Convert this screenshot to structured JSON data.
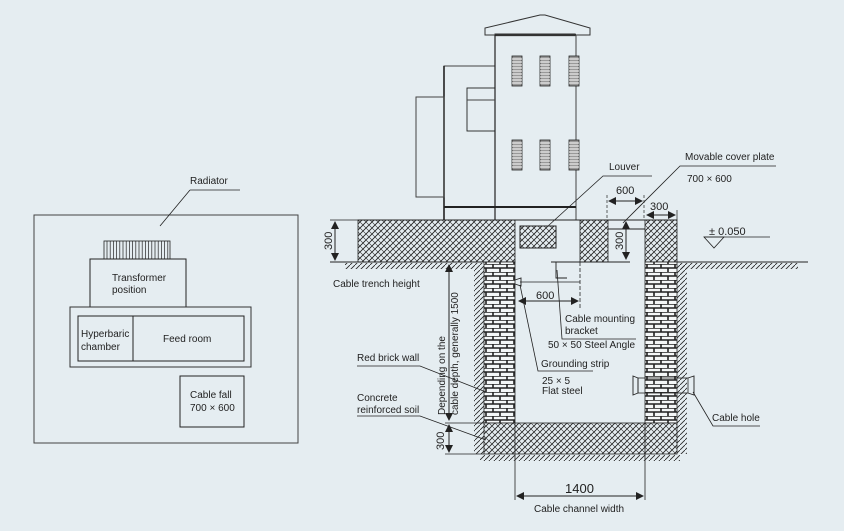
{
  "plan_view": {
    "radiator_label": "Radiator",
    "transformer_label_line1": "Transformer",
    "transformer_label_line2": "position",
    "hyperbaric_label_line1": "Hyperbaric",
    "hyperbaric_label_line2": "chamber",
    "feed_room_label": "Feed room",
    "cable_fall_label_line1": "Cable fall",
    "cable_fall_label_line2": "700 × 600"
  },
  "section_view": {
    "louver_label": "Louver",
    "cover_plate_label": "Movable cover plate",
    "cover_plate_size": "700 × 600",
    "dim_600_top": "600",
    "dim_300_top": "300",
    "dim_300_cover": "300",
    "elevation_label": "± 0.050",
    "dim_300_left": "300",
    "trench_height_label": "Cable trench height",
    "depth_label_line1": "Depending on the",
    "depth_label_line2": "cable depth, generally 1500",
    "dim_600_bracket": "600",
    "bracket_label_line1": "Cable mounting",
    "bracket_label_line2": "bracket",
    "bracket_spec": "50 × 50 Steel Angle",
    "grounding_label": "Grounding strip",
    "grounding_spec_line1": "25 × 5",
    "grounding_spec_line2": "Flat steel",
    "brick_wall_label": "Red brick wall",
    "concrete_label_line1": "Concrete",
    "concrete_label_line2": "reinforced soil",
    "dim_300_bottom": "300",
    "cable_hole_label": "Cable hole",
    "dim_1400": "1400",
    "channel_width_label": "Cable channel width"
  },
  "colors": {
    "background": "#e5edf1",
    "line": "#222222"
  }
}
